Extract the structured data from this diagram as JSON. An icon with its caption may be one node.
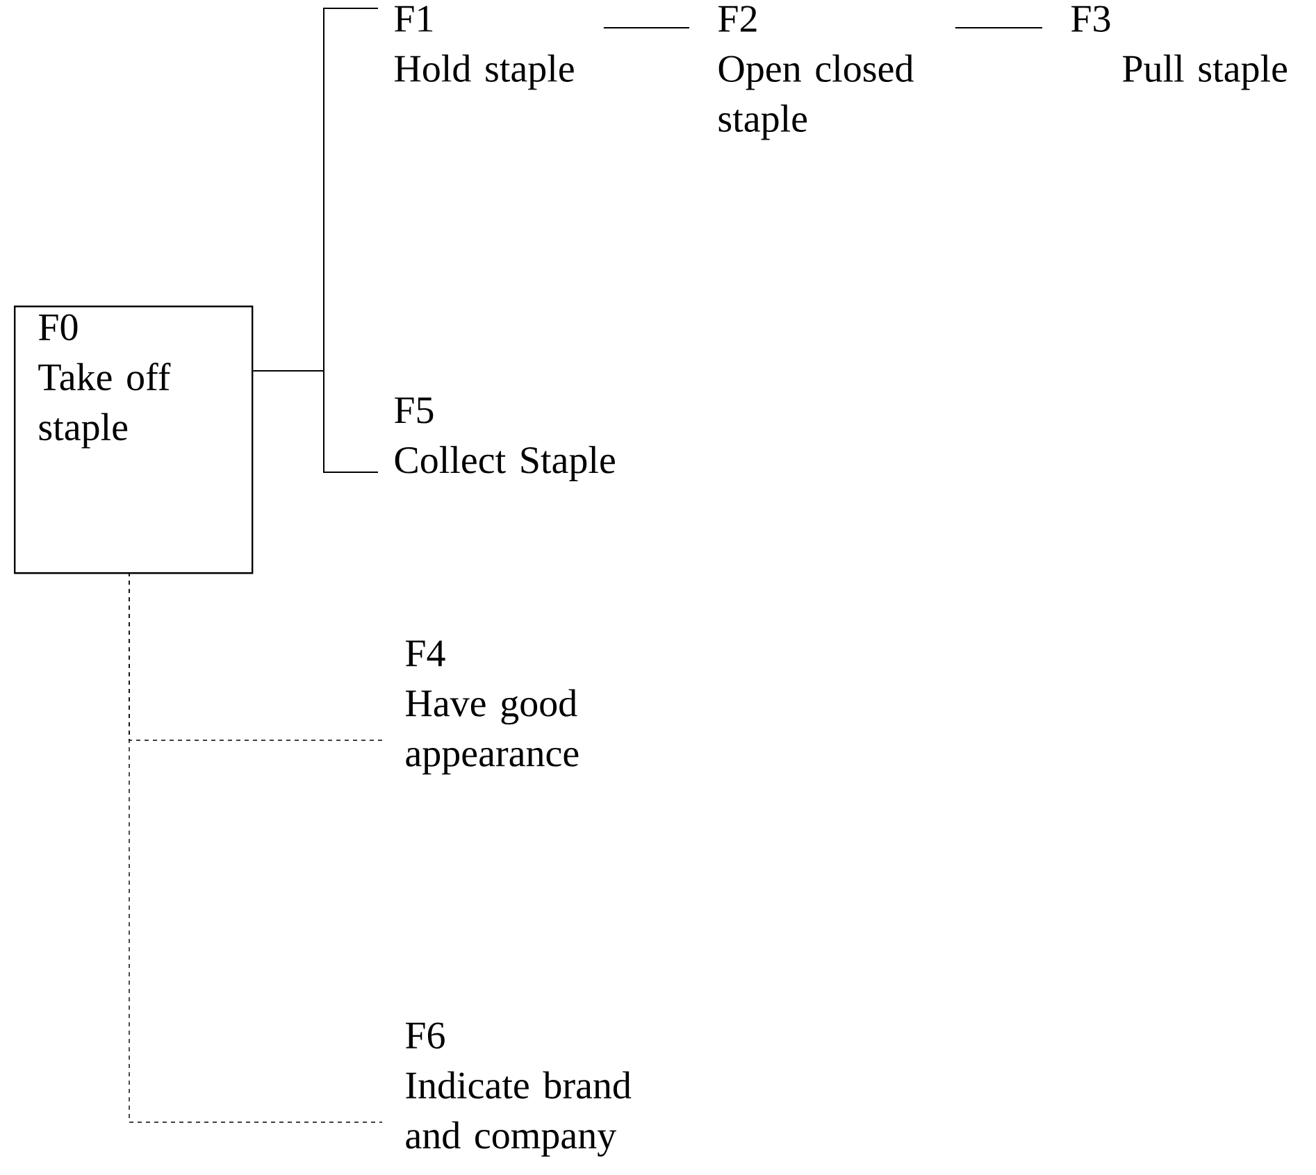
{
  "diagram": {
    "nodes": [
      {
        "text": [
          "F0",
          "Take off staple"
        ]
      },
      {
        "text": [
          "F1",
          "Hold staple"
        ]
      },
      {
        "text": [
          "F2",
          "Open closed staple"
        ]
      },
      {
        "text": [
          "F3",
          "Pull staple"
        ]
      },
      {
        "text": [
          "F5",
          "Collect Staple"
        ]
      },
      {
        "text": [
          "F4",
          "Have good appearance"
        ]
      },
      {
        "text": [
          "F6",
          "Indicate brand and company"
        ]
      }
    ],
    "edges": [
      {
        "from": 0,
        "to": 1,
        "arrow": "none"
      },
      {
        "from": 0,
        "to": 4,
        "arrow": "none"
      },
      {
        "from": 1,
        "to": 2,
        "arrow": "none"
      },
      {
        "from": 2,
        "to": 3,
        "arrow": "none"
      },
      {
        "from": 0,
        "to": 5,
        "arrow": "none",
        "style": "dashed"
      },
      {
        "from": 0,
        "to": 6,
        "arrow": "none",
        "style": "dashed"
      }
    ]
  }
}
